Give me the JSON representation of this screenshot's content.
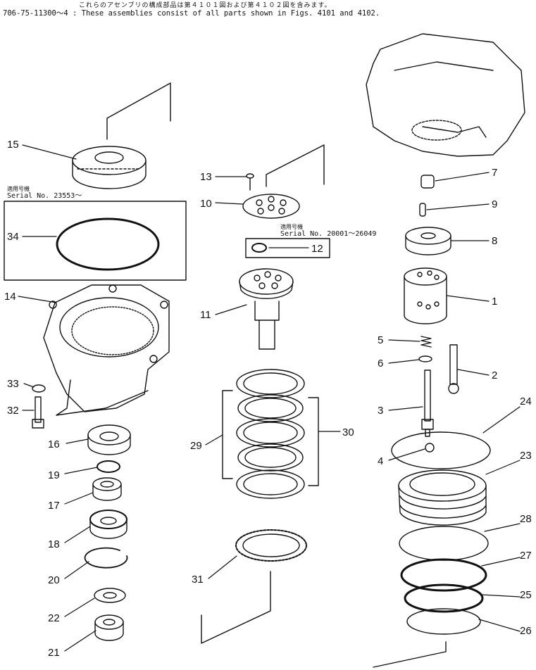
{
  "header": {
    "jp_note": "これらのアセンブリの構成部品は第４１０１図および第４１０２図を含みます。",
    "en_note": "706-75-11300～4 : These assemblies consist of all parts shown in Figs. 4101 and 4102."
  },
  "serial_notes": [
    {
      "jp": "適用号機",
      "en": "Serial No. 23553～"
    },
    {
      "jp": "適用号機",
      "en": "Serial No. 20001～26049"
    }
  ],
  "part_labels": [
    "15",
    "34",
    "14",
    "33",
    "32",
    "16",
    "19",
    "17",
    "18",
    "20",
    "22",
    "21",
    "13",
    "10",
    "12",
    "11",
    "29",
    "30",
    "31",
    "7",
    "9",
    "8",
    "1",
    "5",
    "6",
    "2",
    "3",
    "24",
    "4",
    "23",
    "28",
    "27",
    "25",
    "26"
  ],
  "colors": {
    "ink": "#111111",
    "background": "#ffffff"
  }
}
